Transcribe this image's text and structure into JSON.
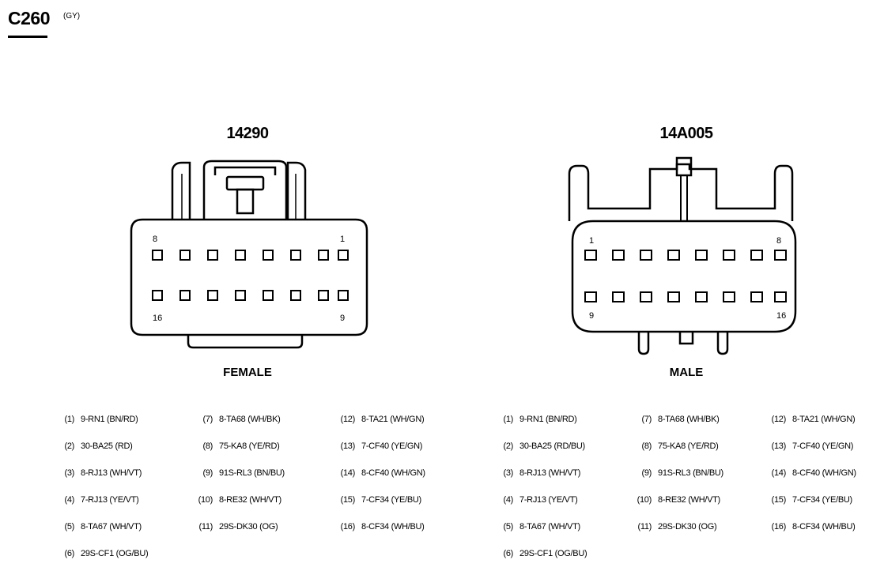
{
  "title": "C260",
  "color_code": "(GY)",
  "female": {
    "part_number": "14290",
    "gender": "FEMALE",
    "corner_labels": {
      "top_left": "8",
      "top_right": "1",
      "bottom_left": "16",
      "bottom_right": "9"
    }
  },
  "male": {
    "part_number": "14A005",
    "gender": "MALE",
    "corner_labels": {
      "top_left": "1",
      "top_right": "8",
      "bottom_left": "9",
      "bottom_right": "16"
    }
  },
  "female_pins": [
    {
      "pin": "(1)",
      "circuit": "9-RN1 (BN/RD)"
    },
    {
      "pin": "(2)",
      "circuit": "30-BA25 (RD)"
    },
    {
      "pin": "(3)",
      "circuit": "8-RJ13 (WH/VT)"
    },
    {
      "pin": "(4)",
      "circuit": "7-RJ13 (YE/VT)"
    },
    {
      "pin": "(5)",
      "circuit": "8-TA67 (WH/VT)"
    },
    {
      "pin": "(6)",
      "circuit": "29S-CF1 (OG/BU)"
    },
    {
      "pin": "(7)",
      "circuit": "8-TA68 (WH/BK)"
    },
    {
      "pin": "(8)",
      "circuit": "75-KA8 (YE/RD)"
    },
    {
      "pin": "(9)",
      "circuit": "91S-RL3 (BN/BU)"
    },
    {
      "pin": "(10)",
      "circuit": "8-RE32 (WH/VT)"
    },
    {
      "pin": "(11)",
      "circuit": "29S-DK30 (OG)"
    },
    {
      "pin": "(12)",
      "circuit": "8-TA21 (WH/GN)"
    },
    {
      "pin": "(13)",
      "circuit": "7-CF40 (YE/GN)"
    },
    {
      "pin": "(14)",
      "circuit": "8-CF40 (WH/GN)"
    },
    {
      "pin": "(15)",
      "circuit": "7-CF34 (YE/BU)"
    },
    {
      "pin": "(16)",
      "circuit": "8-CF34 (WH/BU)"
    }
  ],
  "male_pins": [
    {
      "pin": "(1)",
      "circuit": "9-RN1 (BN/RD)"
    },
    {
      "pin": "(2)",
      "circuit": "30-BA25 (RD/BU)"
    },
    {
      "pin": "(3)",
      "circuit": "8-RJ13 (WH/VT)"
    },
    {
      "pin": "(4)",
      "circuit": "7-RJ13 (YE/VT)"
    },
    {
      "pin": "(5)",
      "circuit": "8-TA67 (WH/VT)"
    },
    {
      "pin": "(6)",
      "circuit": "29S-CF1 (OG/BU)"
    },
    {
      "pin": "(7)",
      "circuit": "8-TA68 (WH/BK)"
    },
    {
      "pin": "(8)",
      "circuit": "75-KA8 (YE/RD)"
    },
    {
      "pin": "(9)",
      "circuit": "91S-RL3 (BN/BU)"
    },
    {
      "pin": "(10)",
      "circuit": "8-RE32 (WH/VT)"
    },
    {
      "pin": "(11)",
      "circuit": "29S-DK30 (OG)"
    },
    {
      "pin": "(12)",
      "circuit": "8-TA21 (WH/GN)"
    },
    {
      "pin": "(13)",
      "circuit": "7-CF40 (YE/GN)"
    },
    {
      "pin": "(14)",
      "circuit": "8-CF40 (WH/GN)"
    },
    {
      "pin": "(15)",
      "circuit": "7-CF34 (YE/BU)"
    },
    {
      "pin": "(16)",
      "circuit": "8-CF34 (WH/BU)"
    }
  ]
}
